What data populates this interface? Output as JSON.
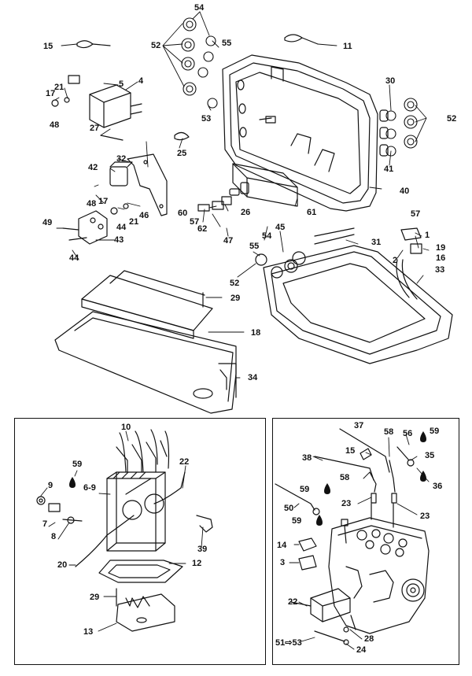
{
  "diagram": {
    "callouts": [
      {
        "id": "c1",
        "text": "54"
      },
      {
        "id": "c2",
        "text": "52"
      },
      {
        "id": "c3",
        "text": "55"
      },
      {
        "id": "c4",
        "text": "15"
      },
      {
        "id": "c5",
        "text": "11"
      },
      {
        "id": "c6",
        "text": "5"
      },
      {
        "id": "c7",
        "text": "4"
      },
      {
        "id": "c8",
        "text": "21"
      },
      {
        "id": "c9",
        "text": "17"
      },
      {
        "id": "c10",
        "text": "48"
      },
      {
        "id": "c11",
        "text": "27"
      },
      {
        "id": "c12",
        "text": "53"
      },
      {
        "id": "c13",
        "text": "30"
      },
      {
        "id": "c14",
        "text": "52"
      },
      {
        "id": "c15",
        "text": "41"
      },
      {
        "id": "c16",
        "text": "25"
      },
      {
        "id": "c17",
        "text": "32"
      },
      {
        "id": "c18",
        "text": "42"
      },
      {
        "id": "c19",
        "text": "48"
      },
      {
        "id": "c20",
        "text": "17"
      },
      {
        "id": "c21",
        "text": "44"
      },
      {
        "id": "c22",
        "text": "21"
      },
      {
        "id": "c23",
        "text": "46"
      },
      {
        "id": "c24",
        "text": "40"
      },
      {
        "id": "c25",
        "text": "60"
      },
      {
        "id": "c26",
        "text": "57"
      },
      {
        "id": "c27",
        "text": "62"
      },
      {
        "id": "c28",
        "text": "26"
      },
      {
        "id": "c29",
        "text": "61"
      },
      {
        "id": "c30",
        "text": "47"
      },
      {
        "id": "c31",
        "text": "49"
      },
      {
        "id": "c32",
        "text": "43"
      },
      {
        "id": "c33",
        "text": "44"
      },
      {
        "id": "c34",
        "text": "57"
      },
      {
        "id": "c35",
        "text": "1"
      },
      {
        "id": "c36",
        "text": "19"
      },
      {
        "id": "c37",
        "text": "2"
      },
      {
        "id": "c38",
        "text": "16"
      },
      {
        "id": "c39",
        "text": "54"
      },
      {
        "id": "c40",
        "text": "45"
      },
      {
        "id": "c41",
        "text": "31"
      },
      {
        "id": "c42",
        "text": "55"
      },
      {
        "id": "c43",
        "text": "33"
      },
      {
        "id": "c44",
        "text": "52"
      },
      {
        "id": "c45",
        "text": "29"
      },
      {
        "id": "c46",
        "text": "18"
      },
      {
        "id": "c47",
        "text": "34"
      },
      {
        "id": "c48",
        "text": "10"
      },
      {
        "id": "c49",
        "text": "22"
      },
      {
        "id": "c50",
        "text": "59"
      },
      {
        "id": "c51",
        "text": "9"
      },
      {
        "id": "c52",
        "text": "6-9"
      },
      {
        "id": "c53",
        "text": "7"
      },
      {
        "id": "c54",
        "text": "8"
      },
      {
        "id": "c55",
        "text": "39"
      },
      {
        "id": "c56",
        "text": "20"
      },
      {
        "id": "c57",
        "text": "12"
      },
      {
        "id": "c58",
        "text": "29"
      },
      {
        "id": "c59",
        "text": "13"
      },
      {
        "id": "c60",
        "text": "37"
      },
      {
        "id": "c61",
        "text": "58"
      },
      {
        "id": "c62",
        "text": "56"
      },
      {
        "id": "c63",
        "text": "59"
      },
      {
        "id": "c64",
        "text": "15"
      },
      {
        "id": "c65",
        "text": "38"
      },
      {
        "id": "c66",
        "text": "35"
      },
      {
        "id": "c67",
        "text": "58"
      },
      {
        "id": "c68",
        "text": "59"
      },
      {
        "id": "c69",
        "text": "36"
      },
      {
        "id": "c70",
        "text": "23"
      },
      {
        "id": "c71",
        "text": "50"
      },
      {
        "id": "c72",
        "text": "23"
      },
      {
        "id": "c73",
        "text": "59"
      },
      {
        "id": "c74",
        "text": "14"
      },
      {
        "id": "c75",
        "text": "3"
      },
      {
        "id": "c76",
        "text": "22"
      },
      {
        "id": "c77",
        "text": "28"
      },
      {
        "id": "c78",
        "text": "51⇨53"
      },
      {
        "id": "c79",
        "text": "24"
      }
    ]
  }
}
